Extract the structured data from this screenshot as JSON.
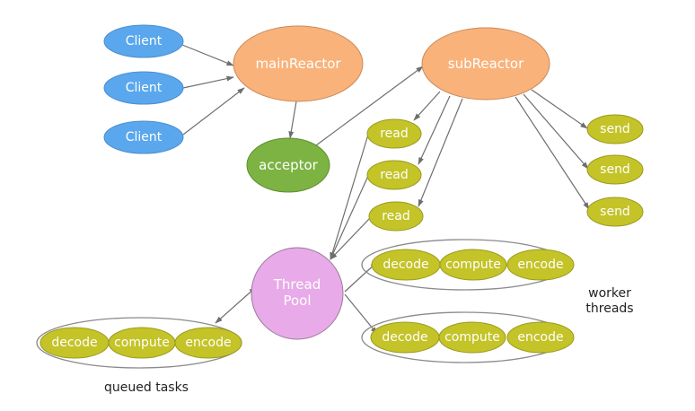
{
  "diagram": {
    "colors": {
      "client": "#5aa7ee",
      "reactor": "#f9b27a",
      "acceptor": "#7cb342",
      "task": "#c4c328",
      "pool": "#e8aae8",
      "edge": "#6e6e6e"
    },
    "nodes": {
      "client1": "Client",
      "client2": "Client",
      "client3": "Client",
      "main_reactor": "mainReactor",
      "acceptor": "acceptor",
      "sub_reactor": "subReactor",
      "read1": "read",
      "read2": "read",
      "read3": "read",
      "send1": "send",
      "send2": "send",
      "send3": "send",
      "thread_pool_line1": "Thread",
      "thread_pool_line2": "Pool",
      "worker1": [
        "decode",
        "compute",
        "encode"
      ],
      "worker2": [
        "decode",
        "compute",
        "encode"
      ],
      "queued": [
        "decode",
        "compute",
        "encode"
      ]
    },
    "captions": {
      "worker_line1": "worker",
      "worker_line2": "threads",
      "queued": "queued tasks"
    },
    "edges": [
      [
        "client1",
        "main_reactor"
      ],
      [
        "client2",
        "main_reactor"
      ],
      [
        "client3",
        "main_reactor"
      ],
      [
        "main_reactor",
        "acceptor"
      ],
      [
        "acceptor",
        "sub_reactor"
      ],
      [
        "sub_reactor",
        "read1"
      ],
      [
        "sub_reactor",
        "read2"
      ],
      [
        "sub_reactor",
        "read3"
      ],
      [
        "sub_reactor",
        "send1"
      ],
      [
        "sub_reactor",
        "send2"
      ],
      [
        "sub_reactor",
        "send3"
      ],
      [
        "read1",
        "thread_pool"
      ],
      [
        "read2",
        "thread_pool"
      ],
      [
        "read3",
        "thread_pool"
      ],
      [
        "thread_pool",
        "worker1"
      ],
      [
        "thread_pool",
        "worker2"
      ],
      [
        "thread_pool",
        "queued",
        "bidirectional"
      ]
    ]
  }
}
